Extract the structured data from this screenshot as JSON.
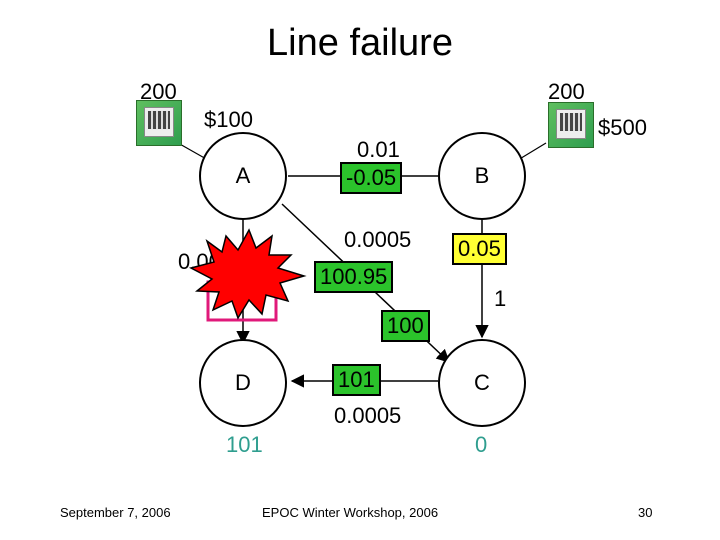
{
  "slide": {
    "title": "Line failure",
    "footer_left": "September 7, 2006",
    "footer_center": "EPOC Winter Workshop, 2006",
    "page_number": "30"
  },
  "generators": {
    "left": {
      "capacity": "200",
      "price": "$100"
    },
    "right": {
      "capacity": "200",
      "price": "$500"
    }
  },
  "nodes": {
    "a": "A",
    "b": "B",
    "c": "C",
    "d": "D"
  },
  "labels": {
    "ab_top": "0.01",
    "ab_bottom": "-0.05",
    "diag_factor": "0.0005",
    "diag_flow": "100.95",
    "ad_factor": "0.00",
    "bc_factor": "0.05",
    "bc_flow": "1",
    "dc_flow_box": "100",
    "dc_flow": "101",
    "dc_factor": "0.0005",
    "d_price": "101",
    "c_price": "0"
  },
  "colors": {
    "teal": "#2f9e8f",
    "green_box": "#2bc32b",
    "yellow_box": "#ffff33",
    "explosion": "#ff0000",
    "highlight": "#e0197a"
  },
  "icons": [
    "generator-icon",
    "explosion-icon"
  ]
}
